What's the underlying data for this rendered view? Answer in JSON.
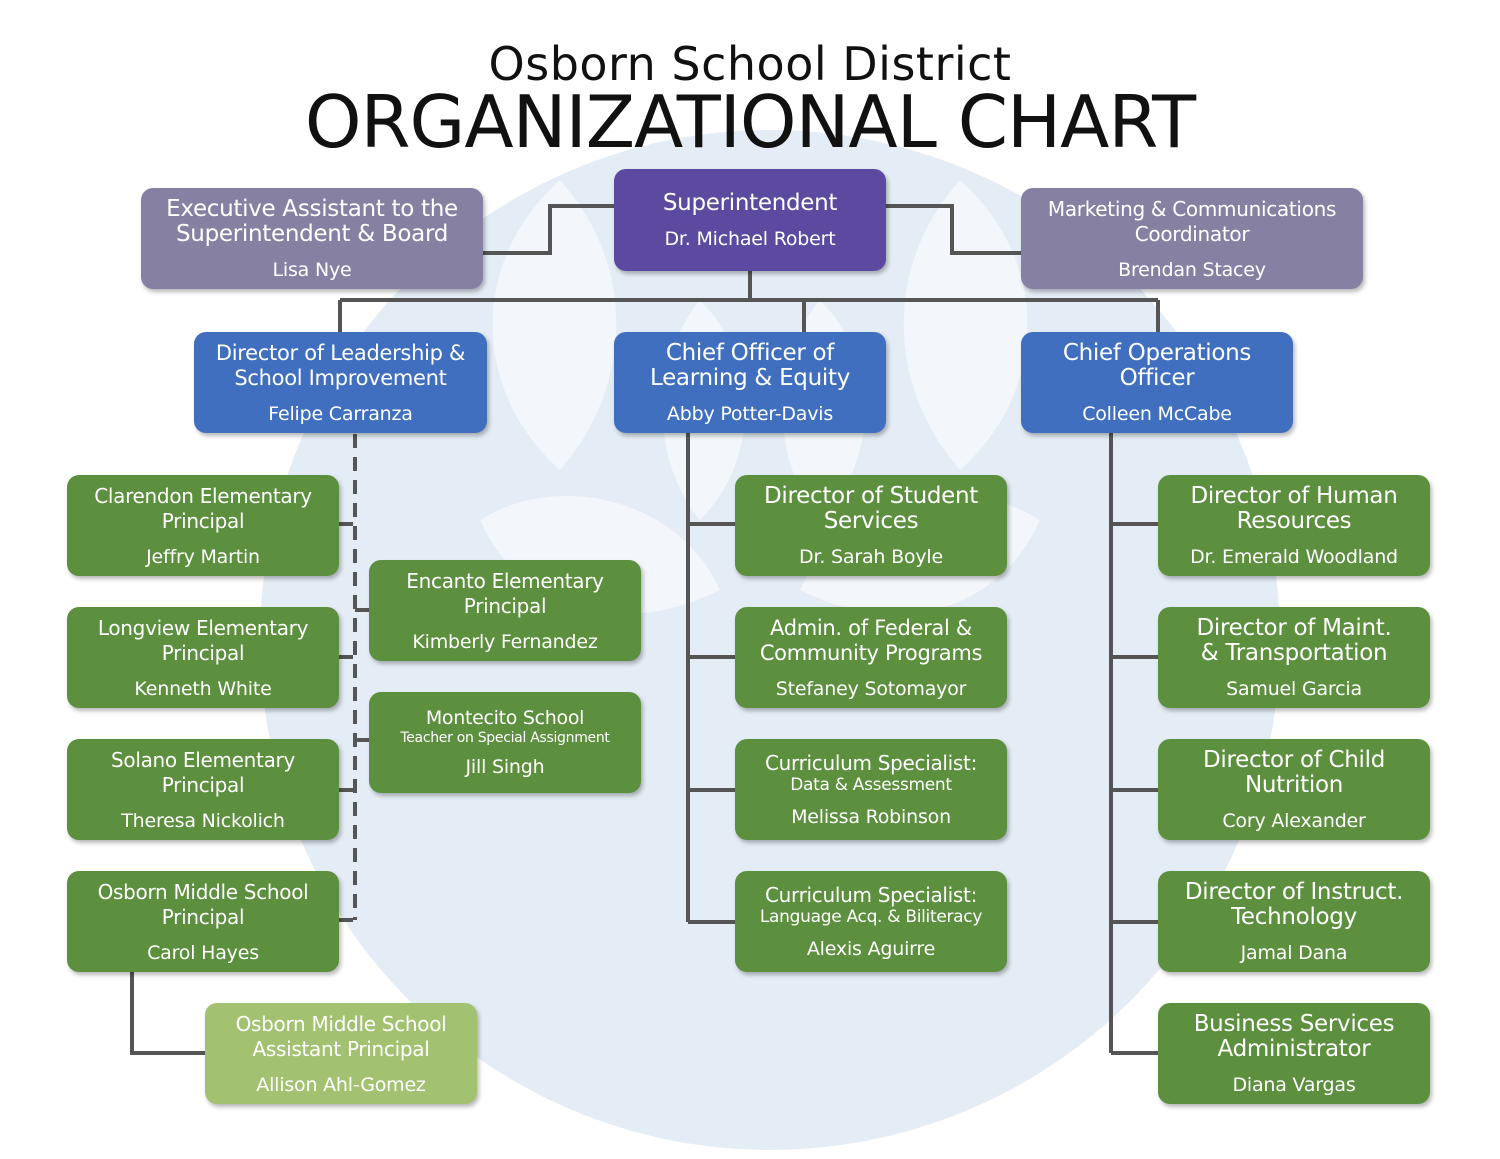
{
  "title": {
    "line1": "Osborn School District",
    "line2": "ORGANIZATIONAL CHART"
  },
  "colors": {
    "superintendent": "#5b4aa0",
    "staff": "#8681a3",
    "officer": "#3f6fbe",
    "director": "#5c8f3e",
    "assistant": "#a3c271",
    "connector": "#555555"
  },
  "superintendent": {
    "title": "Superintendent",
    "name": "Dr. Michael Robert"
  },
  "exec_assistant": {
    "title_line1": "Executive Assistant to the",
    "title_line2": "Superintendent & Board",
    "name": "Lisa Nye"
  },
  "marketing": {
    "title_line1": "Marketing & Communications",
    "title_line2": "Coordinator",
    "name": "Brendan Stacey"
  },
  "leadership": {
    "title_line1": "Director of Leadership &",
    "title_line2": "School Improvement",
    "name": "Felipe Carranza"
  },
  "learning": {
    "title_line1": "Chief Officer of",
    "title_line2": "Learning & Equity",
    "name": "Abby Potter-Davis"
  },
  "operations": {
    "title_line1": "Chief Operations",
    "title_line2": "Officer",
    "name": "Colleen McCabe"
  },
  "clarendon": {
    "title_line1": "Clarendon Elementary",
    "title_line2": "Principal",
    "name": "Jeffry Martin"
  },
  "longview": {
    "title_line1": "Longview Elementary",
    "title_line2": "Principal",
    "name": "Kenneth White"
  },
  "solano": {
    "title_line1": "Solano Elementary",
    "title_line2": "Principal",
    "name": "Theresa Nickolich"
  },
  "osborn_middle": {
    "title_line1": "Osborn Middle School",
    "title_line2": "Principal",
    "name": "Carol Hayes"
  },
  "osborn_ap": {
    "title_line1": "Osborn Middle School",
    "title_line2": "Assistant Principal",
    "name": "Allison Ahl-Gomez"
  },
  "encanto": {
    "title_line1": "Encanto Elementary",
    "title_line2": "Principal",
    "name": "Kimberly Fernandez"
  },
  "montecito": {
    "title_line1": "Montecito School",
    "title_line2": "Teacher on Special Assignment",
    "name": "Jill Singh"
  },
  "student_services": {
    "title_line1": "Director of Student",
    "title_line2": "Services",
    "name": "Dr. Sarah Boyle"
  },
  "federal": {
    "title_line1": "Admin. of Federal &",
    "title_line2": "Community Programs",
    "name": "Stefaney Sotomayor"
  },
  "curr_data": {
    "title_line1": "Curriculum Specialist:",
    "title_line2": "Data & Assessment",
    "name": "Melissa Robinson"
  },
  "curr_lang": {
    "title_line1": "Curriculum Specialist:",
    "title_line2": "Language Acq. & Biliteracy",
    "name": "Alexis Aguirre"
  },
  "hr": {
    "title_line1": "Director of Human",
    "title_line2": "Resources",
    "name": "Dr. Emerald Woodland"
  },
  "maint": {
    "title_line1": "Director of Maint.",
    "title_line2": "& Transportation",
    "name": "Samuel Garcia"
  },
  "nutrition": {
    "title_line1": "Director of Child",
    "title_line2": "Nutrition",
    "name": "Cory Alexander"
  },
  "instruct_tech": {
    "title_line1": "Director of Instruct.",
    "title_line2": "Technology",
    "name": "Jamal Dana"
  },
  "business": {
    "title_line1": "Business Services",
    "title_line2": "Administrator",
    "name": "Diana Vargas"
  }
}
